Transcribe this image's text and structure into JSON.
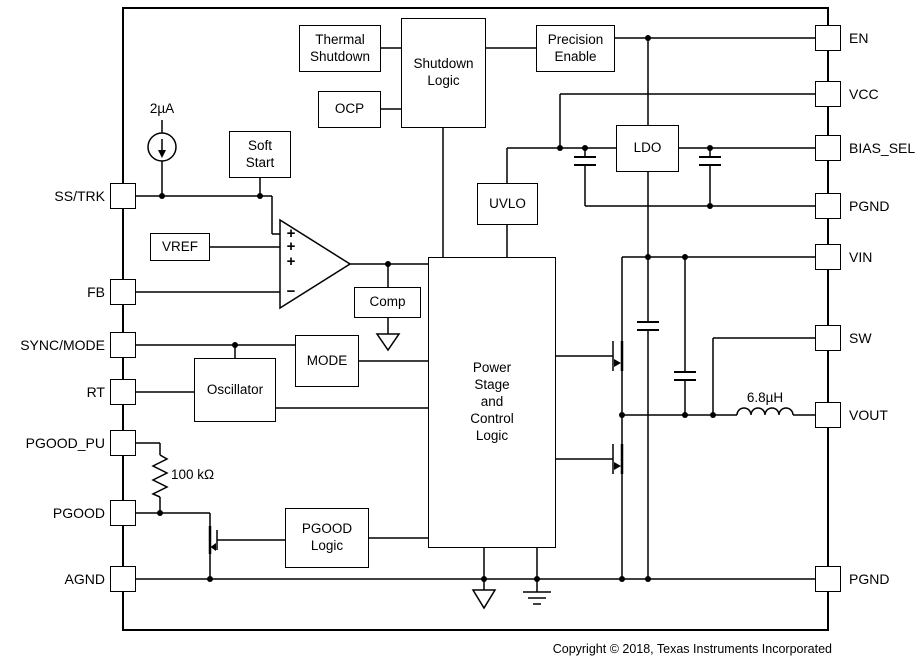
{
  "pins": {
    "left": [
      {
        "label": "SS/TRK"
      },
      {
        "label": "FB"
      },
      {
        "label": "SYNC/MODE"
      },
      {
        "label": "RT"
      },
      {
        "label": "PGOOD_PU"
      },
      {
        "label": "PGOOD"
      },
      {
        "label": "AGND"
      }
    ],
    "right": [
      {
        "label": "EN"
      },
      {
        "label": "VCC"
      },
      {
        "label": "BIAS_SEL"
      },
      {
        "label": "PGND"
      },
      {
        "label": "VIN"
      },
      {
        "label": "SW"
      },
      {
        "label": "VOUT"
      },
      {
        "label": "PGND"
      }
    ]
  },
  "blocks": {
    "thermal_shutdown": "Thermal\nShutdown",
    "shutdown_logic": "Shutdown\nLogic",
    "ocp": "OCP",
    "precision_enable": "Precision\nEnable",
    "soft_start": "Soft\nStart",
    "uvlo": "UVLO",
    "ldo": "LDO",
    "vref": "VREF",
    "comp": "Comp",
    "mode": "MODE",
    "oscillator": "Oscillator",
    "power_stage": "Power\nStage\nand\nControl\nLogic",
    "pgood_logic": "PGOOD\nLogic"
  },
  "components": {
    "current_source": "2µA",
    "pullup_resistor": "100 kΩ",
    "inductor": "6.8µH"
  },
  "amp": {
    "plus": "+",
    "minus": "−"
  },
  "footer": {
    "copyright": "Copyright © 2018, Texas Instruments Incorporated"
  },
  "colors": {
    "line": "#000000",
    "background": "#ffffff"
  }
}
